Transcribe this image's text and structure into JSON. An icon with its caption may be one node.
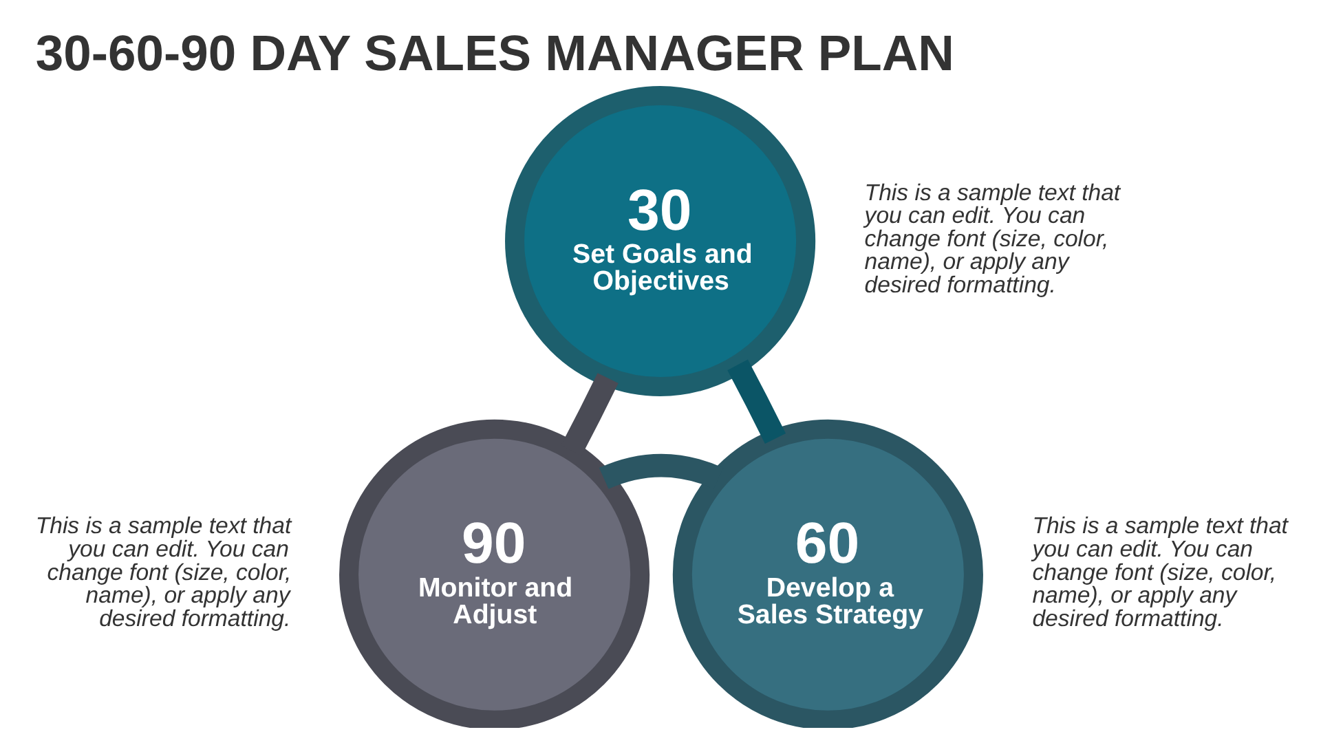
{
  "diagram": {
    "title": "30-60-90 DAY SALES MANAGER PLAN",
    "nodes": [
      {
        "text": [
          "30",
          "Set Goals and Objectives"
        ],
        "beside": [
          "This is a sample text that you can edit. You can change font (size, color, name), or apply any desired formatting."
        ]
      },
      {
        "text": [
          "60",
          "Develop a Sales Strategy"
        ],
        "beside": [
          "This is a sample text that you can edit. You can change font (size, color, name), or apply any desired formatting."
        ]
      },
      {
        "text": [
          "90",
          "Monitor and Adjust"
        ],
        "beside": [
          "This is a sample text that you can edit. You can change font (size, color, name), or apply any desired formatting."
        ]
      }
    ],
    "edges": [
      {
        "from": 0,
        "to": 1,
        "arrow": "none",
        "color": "#0b5566"
      },
      {
        "from": 1,
        "to": 2,
        "arrow": "none",
        "color": "#2b5663"
      },
      {
        "from": 2,
        "to": 0,
        "arrow": "none",
        "color": "#4a4b55"
      }
    ]
  }
}
